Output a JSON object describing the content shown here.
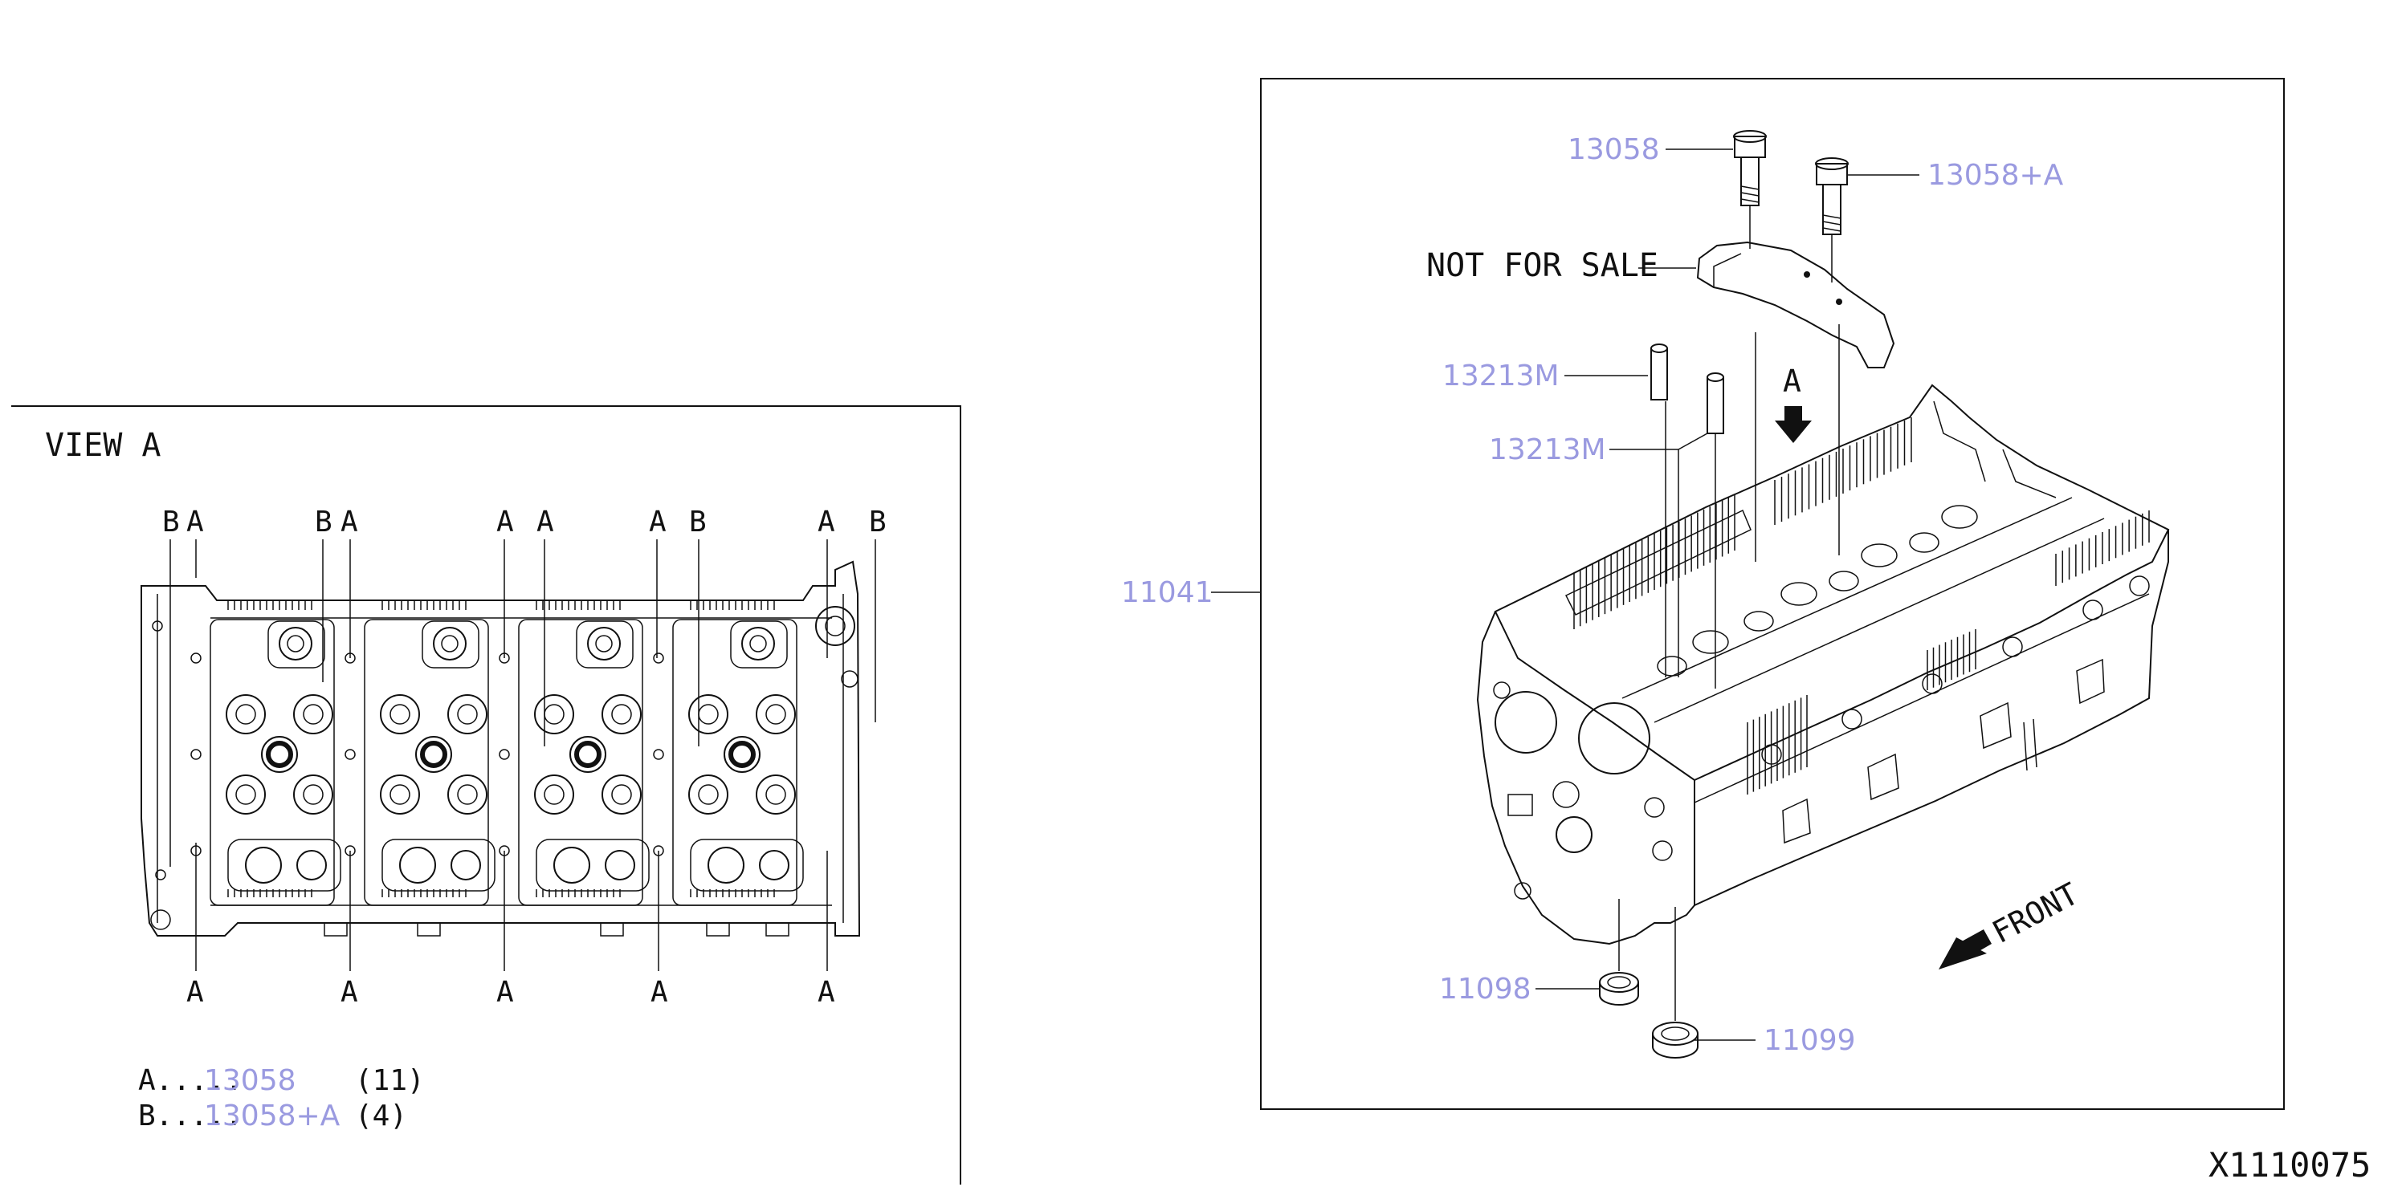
{
  "view": {
    "title": "VIEW A",
    "top_labels": [
      "B",
      "A",
      "B",
      "A",
      "A",
      "A",
      "A",
      "B",
      "A",
      "B"
    ],
    "bottom_labels": [
      "A",
      "A",
      "A",
      "A",
      "A"
    ],
    "legend": [
      {
        "key": "A.....",
        "part": "13058",
        "qty": "(11)"
      },
      {
        "key": "B.....",
        "part": "13058+A",
        "qty": "(4)"
      }
    ]
  },
  "assembly": {
    "callouts": {
      "bolt_a": "13058",
      "bolt_b": "13058+A",
      "not_for_sale": "NOT FOR SALE",
      "pin_upper": "13213M",
      "pin_lower": "13213M",
      "head": "11041",
      "seal_a": "11098",
      "seal_b": "11099"
    },
    "arrow_label": "A",
    "front_label": "FRONT"
  },
  "figure_id": "X1110075"
}
